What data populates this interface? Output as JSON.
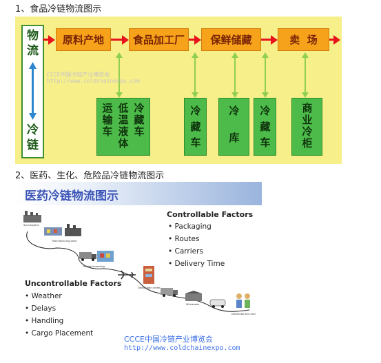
{
  "captions": {
    "food": "1、食品冷链物流图示",
    "pharma": "2、医药、生化、危险品冷链物流图示"
  },
  "food_diagram": {
    "left_label_top": [
      "物",
      "流"
    ],
    "left_label_bottom": [
      "冷",
      "链"
    ],
    "stages": [
      "原料产地",
      "食品加工厂",
      "保鲜储藏",
      "卖  场"
    ],
    "transport_box": {
      "columns": [
        [
          "运",
          "输",
          "车"
        ],
        [
          "低",
          "温",
          "液",
          "体"
        ],
        [
          "冷",
          "藏",
          "车"
        ]
      ]
    },
    "boxes": [
      [
        "冷",
        "藏",
        "车"
      ],
      [
        "冷",
        "库"
      ],
      [
        "冷",
        "藏",
        "车"
      ],
      [
        "商",
        "业",
        "冷",
        "柜"
      ]
    ],
    "watermark": {
      "name": "CCCE中国冷链产业博览会",
      "url": "http://www.coldchainexpo.com"
    },
    "colors": {
      "background": "#f6ef8a",
      "stage_fill": "#f6a21a",
      "box_fill": "#4dbb49",
      "arrow_red": "#e8141c",
      "arrow_green": "#8fcf4f"
    }
  },
  "pharma_diagram": {
    "title": "医药冷链物流图示",
    "controllable": {
      "heading": "Controllable Factors",
      "items": [
        "Packaging",
        "Routes",
        "Carriers",
        "Delivery Time"
      ]
    },
    "uncontrollable": {
      "heading": "Uncontrollable Factors",
      "items": [
        "Weather",
        "Delays",
        "Handling",
        "Cargo Placement"
      ]
    },
    "nodes": [
      {
        "label": "Source/plant"
      },
      {
        "label": "Manufacturing plant"
      },
      {
        "label": "Freight forwarding"
      },
      {
        "label": "Distribution center"
      },
      {
        "label": "Wholesaler"
      },
      {
        "label": "Distributor/end user"
      }
    ],
    "watermark": {
      "name": "CCCE中国冷链产业博览会",
      "url": "http://www.coldchainexpo.com"
    }
  }
}
